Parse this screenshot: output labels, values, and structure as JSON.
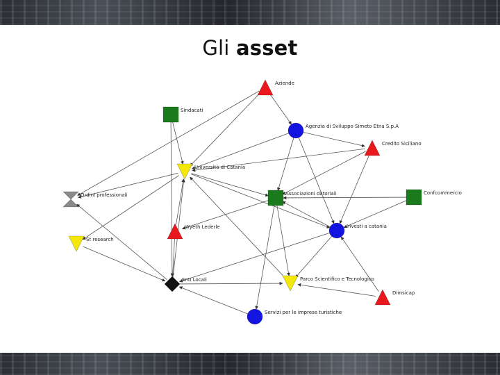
{
  "header": {
    "title_plain": "Gli",
    "title_bold": "asset"
  },
  "colors": {
    "red": "#e8181c",
    "green": "#1b7a1b",
    "blue": "#1414e0",
    "yellow": "#f4e80a",
    "gray": "#8a8a8a",
    "black": "#111111"
  },
  "network": {
    "nodes": [
      {
        "id": "aziende",
        "label": "Aziende",
        "shape": "triangle-up",
        "color": "red"
      },
      {
        "id": "sindacati",
        "label": "Sindacati",
        "shape": "square",
        "color": "green"
      },
      {
        "id": "agenzia",
        "label": "Agenzia di Sviluppo Simeto Etna S.p.A",
        "shape": "circle",
        "color": "blue"
      },
      {
        "id": "credito",
        "label": "Credito Siciliano",
        "shape": "triangle-up",
        "color": "red"
      },
      {
        "id": "universita",
        "label": "Università di Catania",
        "shape": "triangle-down",
        "color": "yellow"
      },
      {
        "id": "ordini",
        "label": "Ordini professionali",
        "shape": "hourglass",
        "color": "gray"
      },
      {
        "id": "associazioni",
        "label": "Associazioni datoriali",
        "shape": "square",
        "color": "green"
      },
      {
        "id": "confcommercio",
        "label": "Confcommercio",
        "shape": "square",
        "color": "green"
      },
      {
        "id": "wyeth",
        "label": "Wyeth Lederle",
        "shape": "triangle-up",
        "color": "red"
      },
      {
        "id": "investi",
        "label": "Investi a catania",
        "shape": "circle",
        "color": "blue"
      },
      {
        "id": "stresearch",
        "label": "St research",
        "shape": "triangle-down",
        "color": "yellow"
      },
      {
        "id": "entilocali",
        "label": "Enti Locali",
        "shape": "diamond",
        "color": "black"
      },
      {
        "id": "parco",
        "label": "Parco Scientifico e Tecnologico",
        "shape": "triangle-down",
        "color": "yellow"
      },
      {
        "id": "dimsicap",
        "label": "Dimsicap",
        "shape": "triangle-up",
        "color": "red"
      },
      {
        "id": "servizi",
        "label": "Servizi per le imprese turistiche",
        "shape": "circle",
        "color": "blue"
      }
    ],
    "edges": [
      [
        "aziende",
        "universita"
      ],
      [
        "aziende",
        "agenzia"
      ],
      [
        "aziende",
        "ordini"
      ],
      [
        "agenzia",
        "credito"
      ],
      [
        "agenzia",
        "associazioni"
      ],
      [
        "agenzia",
        "investi"
      ],
      [
        "agenzia",
        "universita"
      ],
      [
        "credito",
        "universita"
      ],
      [
        "credito",
        "associazioni"
      ],
      [
        "credito",
        "investi"
      ],
      [
        "sindacati",
        "universita"
      ],
      [
        "sindacati",
        "entilocali"
      ],
      [
        "universita",
        "associazioni"
      ],
      [
        "universita",
        "investi"
      ],
      [
        "universita",
        "stresearch"
      ],
      [
        "universita",
        "ordini"
      ],
      [
        "confcommercio",
        "associazioni"
      ],
      [
        "confcommercio",
        "investi"
      ],
      [
        "associazioni",
        "parco"
      ],
      [
        "associazioni",
        "wyeth"
      ],
      [
        "associazioni",
        "servizi"
      ],
      [
        "investi",
        "associazioni"
      ],
      [
        "investi",
        "parco"
      ],
      [
        "investi",
        "entilocali"
      ],
      [
        "wyeth",
        "universita"
      ],
      [
        "wyeth",
        "entilocali"
      ],
      [
        "stresearch",
        "entilocali"
      ],
      [
        "entilocali",
        "universita"
      ],
      [
        "entilocali",
        "parco"
      ],
      [
        "entilocali",
        "ordini"
      ],
      [
        "dimsicap",
        "investi"
      ],
      [
        "dimsicap",
        "parco"
      ],
      [
        "servizi",
        "entilocali"
      ],
      [
        "parco",
        "universita"
      ]
    ]
  }
}
